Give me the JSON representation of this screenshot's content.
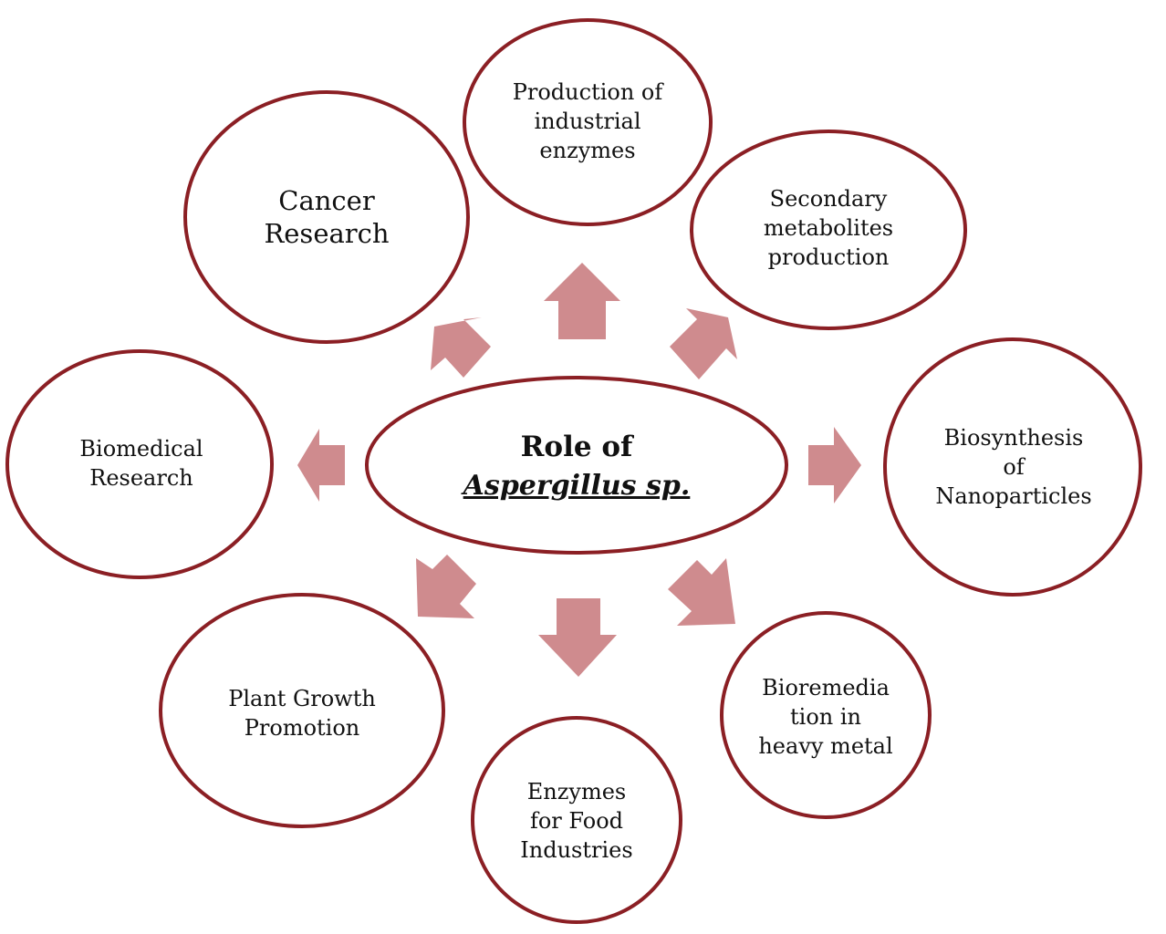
{
  "center": {
    "line1": "Role of",
    "line2": "Aspergillus sp."
  },
  "nodes": {
    "industrial_enzymes": [
      "Production of",
      "industrial",
      "enzymes"
    ],
    "secondary_metabolites": [
      "Secondary",
      "metabolites",
      "production"
    ],
    "nanoparticles": [
      "Biosynthesis",
      "of",
      "Nanoparticles"
    ],
    "bioremediation": [
      "Bioremedia",
      "tion in",
      "heavy metal"
    ],
    "food_enzymes": [
      "Enzymes",
      "for Food",
      "Industries"
    ],
    "plant_growth": [
      "Plant Growth",
      "Promotion"
    ],
    "biomedical": [
      "Biomedical",
      "Research"
    ],
    "cancer": [
      "Cancer",
      "Research"
    ]
  },
  "colors": {
    "outline": "#8b1f24",
    "arrow": "#cf8b8e"
  }
}
